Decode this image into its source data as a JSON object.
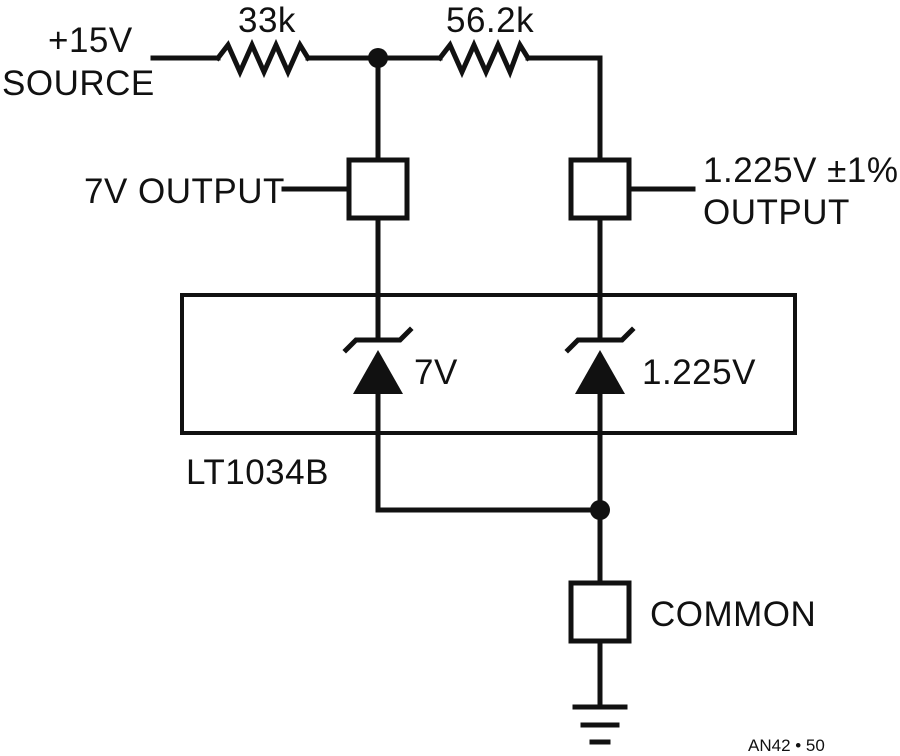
{
  "labels": {
    "source_line1": "+15V",
    "source_line2": "SOURCE",
    "r1": "33k",
    "r2": "56.2k",
    "out7_label": "7V OUTPUT",
    "out1225_line1": "1.225V ±1%",
    "out1225_line2": "OUTPUT",
    "zener1": "7V",
    "zener2": "1.225V",
    "chip": "LT1034B",
    "common": "COMMON",
    "figure_id": "AN42 • 50"
  },
  "colors": {
    "ink": "#111111",
    "background": "#ffffff"
  }
}
